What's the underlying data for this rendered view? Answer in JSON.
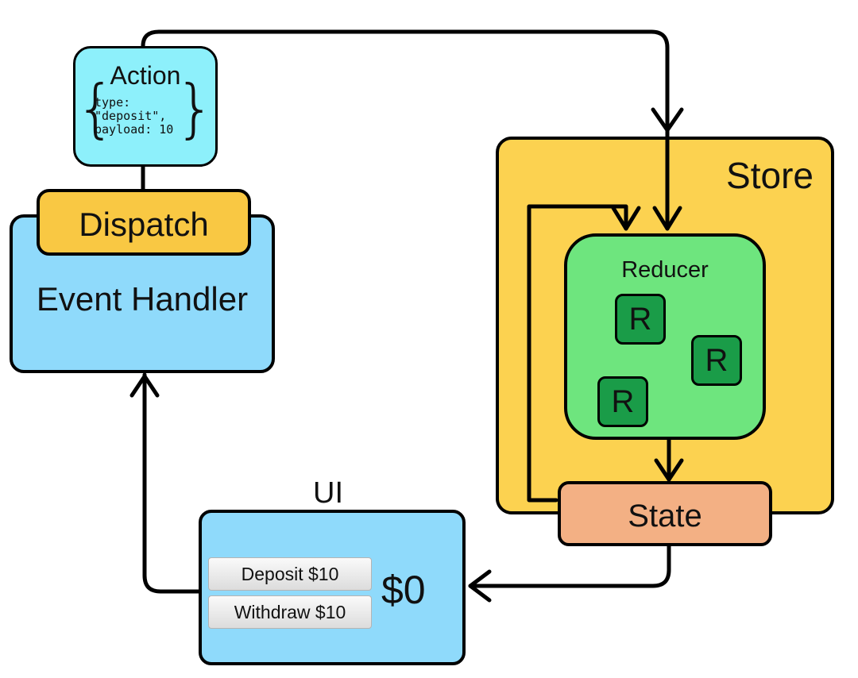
{
  "store": {
    "label": "Store"
  },
  "reducer": {
    "label": "Reducer",
    "sub_reducers": [
      "R",
      "R",
      "R"
    ]
  },
  "state": {
    "label": "State"
  },
  "action": {
    "title": "Action",
    "code_lines": [
      "type:",
      "\"deposit\",",
      "payload: 10"
    ]
  },
  "dispatch": {
    "label": "Dispatch"
  },
  "event_handler": {
    "label": "Event Handler"
  },
  "ui": {
    "label": "UI",
    "deposit_button": "Deposit $10",
    "withdraw_button": "Withdraw $10",
    "balance": "$0"
  },
  "colors": {
    "store": "#fcd250",
    "reducer": "#6ee57e",
    "sub_reducer": "#1a9c48",
    "state": "#f3b084",
    "action": "#8df0fb",
    "dispatch": "#f9c843",
    "event_handler": "#8fdafb",
    "ui": "#8fdafb"
  }
}
